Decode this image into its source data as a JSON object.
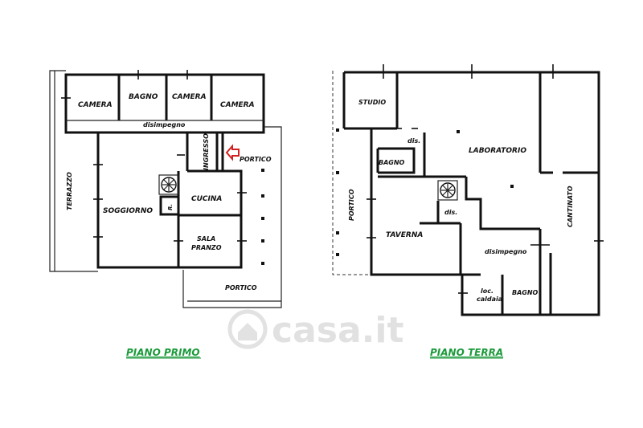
{
  "watermark": "casa.it",
  "floors": {
    "first": {
      "title": "PIANO PRIMO",
      "rooms": {
        "camera1": "CAMERA",
        "bagno": "BAGNO",
        "camera2": "CAMERA",
        "camera3": "CAMERA",
        "disimpegno": "disimpegno",
        "ingresso": "INGRESSO",
        "portico_right": "PORTICO",
        "terrazzo": "TERRAZZO",
        "soggiorno": "SOGGIORNO",
        "cucina": "CUCINA",
        "sala": "SALA",
        "pranzo": "PRANZO",
        "ripostiglio": "R.",
        "portico_bottom": "PORTICO"
      }
    },
    "ground": {
      "title": "PIANO TERRA",
      "rooms": {
        "studio": "STUDIO",
        "dis1": "dis.",
        "laboratorio": "LABORATORIO",
        "bagno": "BAGNO",
        "portico": "PORTICO",
        "cantinato": "CANTINATO",
        "dis2": "dis.",
        "taverna": "TAVERNA",
        "disimpegno": "disimpegno",
        "loc": "loc.",
        "caldaia": "caldaia",
        "bagno2": "BAGNO"
      }
    }
  },
  "colors": {
    "title": "#1a9a3a",
    "entrance_arrow": "#d21f1f"
  }
}
